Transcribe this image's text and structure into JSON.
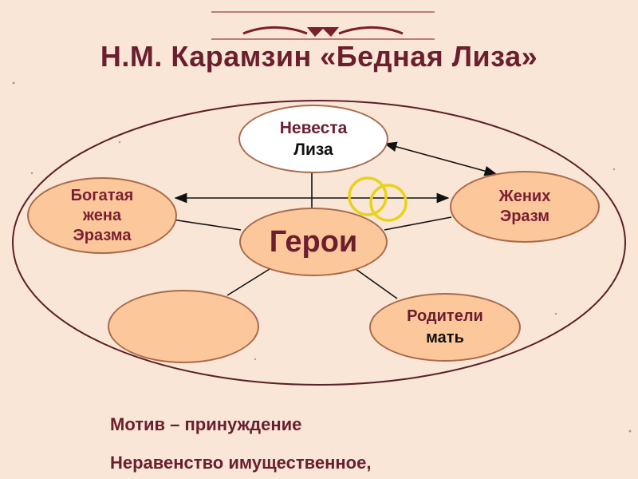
{
  "slide": {
    "title": "Н.М. Карамзин «Бедная Лиза»"
  },
  "diagram": {
    "nodes": {
      "bride": {
        "line1": "Невеста",
        "line2": "Лиза"
      },
      "rich_wife": {
        "line1": "Богатая",
        "line2": "жена",
        "line3": "Эразма"
      },
      "groom": {
        "line1": "Жених",
        "line2": "Эразм"
      },
      "heroes": {
        "label": "Герои"
      },
      "empty": {
        "label": ""
      },
      "parents": {
        "line1": "Родители",
        "line2": "мать"
      }
    },
    "edges": [
      {
        "from": "heroes",
        "to": "bride",
        "type": "line"
      },
      {
        "from": "heroes",
        "to": "rich_wife",
        "type": "line"
      },
      {
        "from": "heroes",
        "to": "groom",
        "type": "line"
      },
      {
        "from": "heroes",
        "to": "empty",
        "type": "line"
      },
      {
        "from": "heroes",
        "to": "parents",
        "type": "line"
      },
      {
        "from": "bride",
        "to": "groom",
        "type": "double-arrow"
      },
      {
        "from": "rich_wife",
        "to": "groom",
        "type": "double-arrow"
      }
    ],
    "rings": "linked-rings-icon"
  },
  "notes": {
    "motif": "Мотив – принуждение",
    "inequality": "Неравенство имущественное,"
  },
  "colors": {
    "background": "#f9e6d6",
    "title": "#6b1e2d",
    "node_fill": "#fcc79a",
    "node_border": "#a86a4c",
    "rings": "#e8d21a"
  }
}
